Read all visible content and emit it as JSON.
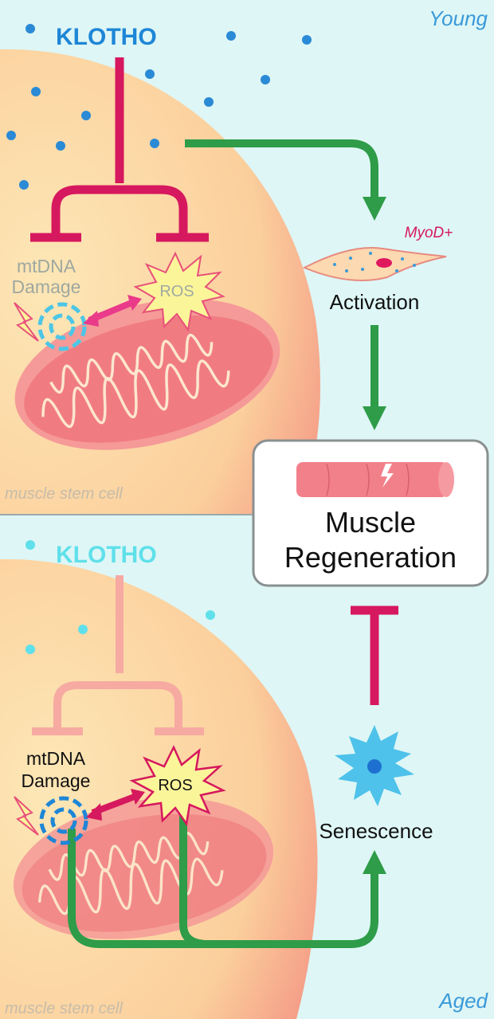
{
  "top_panel": {
    "label": "Young",
    "klotho": "KLOTHO",
    "mtdna": [
      "mtDNA",
      "Damage"
    ],
    "ros": "ROS",
    "cell_label": "muscle stem cell",
    "myod": "MyoD+",
    "activation": "Activation"
  },
  "outcome": {
    "line1": "Muscle",
    "line2": "Regeneration"
  },
  "bottom_panel": {
    "label": "Aged",
    "klotho": "KLOTHO",
    "mtdna": [
      "mtDNA",
      "Damage"
    ],
    "ros": "ROS",
    "cell_label": "muscle stem cell",
    "senescence": "Senescence"
  },
  "colors": {
    "background": "#def6f6",
    "klotho_young": "#1e86d6",
    "klotho_aged": "#5fe0ea",
    "inhibition": "#d6185e",
    "inhibition_weak": "#f6aaa2",
    "activation_arrow": "#2e9c48",
    "ros_star": "#fbf59a"
  }
}
